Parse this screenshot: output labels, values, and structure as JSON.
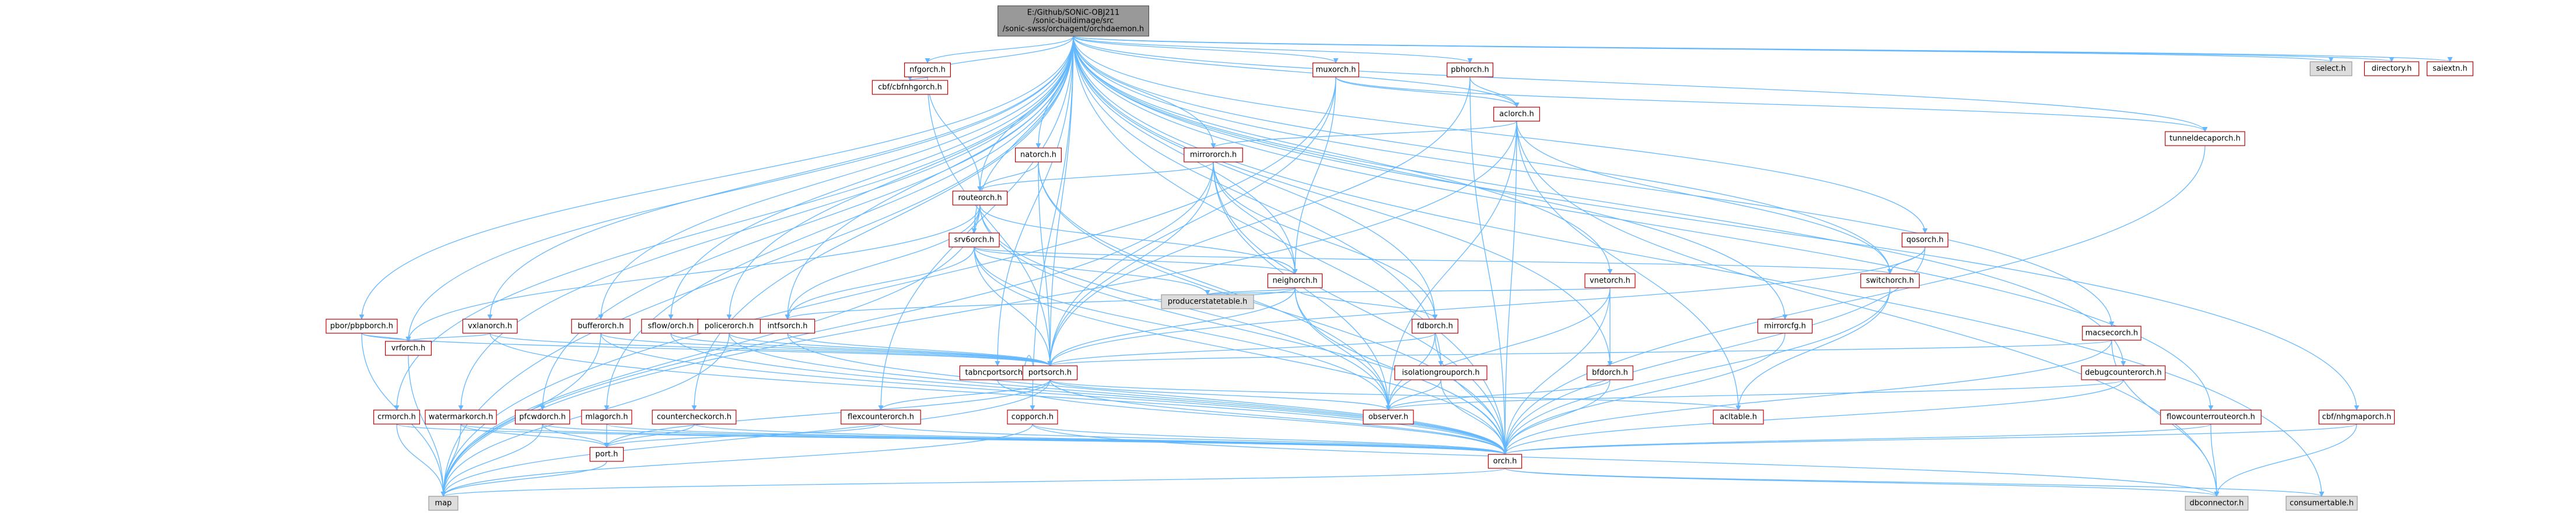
{
  "root": {
    "lines": [
      "E:/Github/SONiC-OBJ211",
      "/sonic-buildimage/src",
      "/sonic-swss/orchagent/orchdaemon.h"
    ]
  },
  "nodes": [
    {
      "id": "select",
      "label": "select.h",
      "style": "gray"
    },
    {
      "id": "directory",
      "label": "directory.h",
      "style": "red"
    },
    {
      "id": "saiextn",
      "label": "saiextn.h",
      "style": "red"
    },
    {
      "id": "nfgorch",
      "label": "nfgorch.h",
      "style": "red"
    },
    {
      "id": "cbf",
      "label": "cbf/cbfnhgorch.h",
      "style": "red"
    },
    {
      "id": "muxorch",
      "label": "muxorch.h",
      "style": "red"
    },
    {
      "id": "pbhorch",
      "label": "pbhorch.h",
      "style": "red"
    },
    {
      "id": "tunneldecap",
      "label": "tunneldecaporch.h",
      "style": "red"
    },
    {
      "id": "aclorch",
      "label": "aclorch.h",
      "style": "red"
    },
    {
      "id": "natorch",
      "label": "natorch.h",
      "style": "red"
    },
    {
      "id": "mirrororch",
      "label": "mirrororch.h",
      "style": "red"
    },
    {
      "id": "routeorch",
      "label": "routeorch.h",
      "style": "red"
    },
    {
      "id": "qosorch",
      "label": "qosorch.h",
      "style": "red"
    },
    {
      "id": "srv6orch",
      "label": "srv6orch.h",
      "style": "red"
    },
    {
      "id": "switchorch",
      "label": "switchorch.h",
      "style": "red"
    },
    {
      "id": "vnetorch",
      "label": "vnetorch.h",
      "style": "red"
    },
    {
      "id": "neighorch",
      "label": "neighorch.h",
      "style": "red"
    },
    {
      "id": "producer",
      "label": "producerstatetable.h",
      "style": "gray"
    },
    {
      "id": "fdborch",
      "label": "fdborch.h",
      "style": "red"
    },
    {
      "id": "macsecorch",
      "label": "macsecorch.h",
      "style": "red"
    },
    {
      "id": "pbor",
      "label": "pbor/pbpborch.h",
      "style": "red"
    },
    {
      "id": "vxlanorch",
      "label": "vxlanorch.h",
      "style": "red"
    },
    {
      "id": "bufferorch",
      "label": "bufferorch.h",
      "style": "red"
    },
    {
      "id": "sflow",
      "label": "sflow/orch.h",
      "style": "red"
    },
    {
      "id": "policerorch",
      "label": "policerorch.h",
      "style": "red"
    },
    {
      "id": "intfsorch",
      "label": "intfsorch.h",
      "style": "red"
    },
    {
      "id": "isolation",
      "label": "isolationgrouporch.h",
      "style": "red"
    },
    {
      "id": "bfdorch",
      "label": "bfdorch.h",
      "style": "red"
    },
    {
      "id": "mirrorcfg",
      "label": "mirrorcfg.h",
      "style": "red"
    },
    {
      "id": "debugcounter",
      "label": "debugcounterorch.h",
      "style": "red"
    },
    {
      "id": "vrforch",
      "label": "vrforch.h",
      "style": "red"
    },
    {
      "id": "tabncport",
      "label": "tabncportsorch.h",
      "style": "red"
    },
    {
      "id": "portsorch",
      "label": "portsorch.h",
      "style": "red"
    },
    {
      "id": "observer",
      "label": "observer.h",
      "style": "red"
    },
    {
      "id": "acltable",
      "label": "acltable.h",
      "style": "red"
    },
    {
      "id": "crmorch",
      "label": "crmorch.h",
      "style": "red"
    },
    {
      "id": "watermark",
      "label": "watermarkorch.h",
      "style": "red"
    },
    {
      "id": "pfcwd",
      "label": "pfcwdorch.h",
      "style": "red"
    },
    {
      "id": "mlagorch",
      "label": "mlagorch.h",
      "style": "red"
    },
    {
      "id": "countercheck",
      "label": "countercheckorch.h",
      "style": "red"
    },
    {
      "id": "flexcounter",
      "label": "flexcounterorch.h",
      "style": "red"
    },
    {
      "id": "copporch",
      "label": "copporch.h",
      "style": "red"
    },
    {
      "id": "flowcounter",
      "label": "flowcounterrouteorch.h",
      "style": "red"
    },
    {
      "id": "cbfnhg",
      "label": "cbf/nhgmaporch.h",
      "style": "red"
    },
    {
      "id": "portt",
      "label": "port.h",
      "style": "red"
    },
    {
      "id": "orch",
      "label": "orch.h",
      "style": "red"
    },
    {
      "id": "map",
      "label": "map",
      "style": "gray"
    },
    {
      "id": "dbconnector",
      "label": "dbconnector.h",
      "style": "gray"
    },
    {
      "id": "consumertable",
      "label": "consumertable.h",
      "style": "gray"
    }
  ],
  "edges": [
    [
      "root",
      "select"
    ],
    [
      "root",
      "directory"
    ],
    [
      "root",
      "saiextn"
    ],
    [
      "root",
      "nfgorch"
    ],
    [
      "root",
      "cbf"
    ],
    [
      "root",
      "muxorch"
    ],
    [
      "root",
      "pbhorch"
    ],
    [
      "root",
      "tunneldecap"
    ],
    [
      "root",
      "aclorch"
    ],
    [
      "root",
      "natorch"
    ],
    [
      "root",
      "mirrororch"
    ],
    [
      "root",
      "routeorch"
    ],
    [
      "root",
      "qosorch"
    ],
    [
      "root",
      "srv6orch"
    ],
    [
      "root",
      "switchorch"
    ],
    [
      "root",
      "vnetorch"
    ],
    [
      "root",
      "neighorch"
    ],
    [
      "root",
      "fdborch"
    ],
    [
      "root",
      "macsecorch"
    ],
    [
      "root",
      "pbor"
    ],
    [
      "root",
      "vxlanorch"
    ],
    [
      "root",
      "bufferorch"
    ],
    [
      "root",
      "sflow"
    ],
    [
      "root",
      "policerorch"
    ],
    [
      "root",
      "intfsorch"
    ],
    [
      "root",
      "isolation"
    ],
    [
      "root",
      "bfdorch"
    ],
    [
      "root",
      "mirrorcfg"
    ],
    [
      "root",
      "debugcounter"
    ],
    [
      "root",
      "vrforch"
    ],
    [
      "root",
      "tabncport"
    ],
    [
      "root",
      "portsorch"
    ],
    [
      "root",
      "crmorch"
    ],
    [
      "root",
      "watermark"
    ],
    [
      "root",
      "pfcwd"
    ],
    [
      "root",
      "mlagorch"
    ],
    [
      "root",
      "countercheck"
    ],
    [
      "root",
      "flexcounter"
    ],
    [
      "root",
      "copporch"
    ],
    [
      "root",
      "flowcounter"
    ],
    [
      "root",
      "cbfnhg"
    ],
    [
      "root",
      "map"
    ],
    [
      "root",
      "consumertable"
    ],
    [
      "root",
      "orch"
    ],
    [
      "nfgorch",
      "cbf"
    ],
    [
      "nfgorch",
      "routeorch"
    ],
    [
      "nfgorch",
      "portsorch"
    ],
    [
      "muxorch",
      "aclorch"
    ],
    [
      "muxorch",
      "tunneldecap"
    ],
    [
      "muxorch",
      "neighorch"
    ],
    [
      "muxorch",
      "portsorch"
    ],
    [
      "muxorch",
      "map"
    ],
    [
      "pbhorch",
      "aclorch"
    ],
    [
      "pbhorch",
      "portsorch"
    ],
    [
      "pbhorch",
      "orch"
    ],
    [
      "aclorch",
      "mirrororch"
    ],
    [
      "aclorch",
      "switchorch"
    ],
    [
      "aclorch",
      "acltable"
    ],
    [
      "aclorch",
      "observer"
    ],
    [
      "aclorch",
      "orch"
    ],
    [
      "aclorch",
      "map"
    ],
    [
      "aclorch",
      "dbconnector"
    ],
    [
      "natorch",
      "routeorch"
    ],
    [
      "natorch",
      "observer"
    ],
    [
      "natorch",
      "portsorch"
    ],
    [
      "natorch",
      "orch"
    ],
    [
      "mirrororch",
      "routeorch"
    ],
    [
      "mirrororch",
      "neighorch"
    ],
    [
      "mirrororch",
      "fdborch"
    ],
    [
      "mirrororch",
      "portsorch"
    ],
    [
      "mirrororch",
      "observer"
    ],
    [
      "mirrororch",
      "orch"
    ],
    [
      "mirrororch",
      "map"
    ],
    [
      "routeorch",
      "neighorch"
    ],
    [
      "routeorch",
      "srv6orch"
    ],
    [
      "routeorch",
      "intfsorch"
    ],
    [
      "routeorch",
      "observer"
    ],
    [
      "routeorch",
      "orch"
    ],
    [
      "routeorch",
      "vrforch"
    ],
    [
      "routeorch",
      "map"
    ],
    [
      "srv6orch",
      "neighorch"
    ],
    [
      "srv6orch",
      "intfsorch"
    ],
    [
      "srv6orch",
      "switchorch"
    ],
    [
      "srv6orch",
      "producer"
    ],
    [
      "srv6orch",
      "observer"
    ],
    [
      "srv6orch",
      "portsorch"
    ],
    [
      "srv6orch",
      "orch"
    ],
    [
      "qosorch",
      "switchorch"
    ],
    [
      "qosorch",
      "orch"
    ],
    [
      "qosorch",
      "portsorch"
    ],
    [
      "switchorch",
      "acltable"
    ],
    [
      "switchorch",
      "orch"
    ],
    [
      "neighorch",
      "producer"
    ],
    [
      "neighorch",
      "fdborch"
    ],
    [
      "neighorch",
      "intfsorch"
    ],
    [
      "neighorch",
      "observer"
    ],
    [
      "neighorch",
      "portsorch"
    ],
    [
      "neighorch",
      "orch"
    ],
    [
      "vnetorch",
      "producer"
    ],
    [
      "vnetorch",
      "bfdorch"
    ],
    [
      "vnetorch",
      "observer"
    ],
    [
      "vnetorch",
      "orch"
    ],
    [
      "fdborch",
      "observer"
    ],
    [
      "fdborch",
      "portsorch"
    ],
    [
      "fdborch",
      "orch"
    ],
    [
      "macsecorch",
      "portsorch"
    ],
    [
      "macsecorch",
      "orch"
    ],
    [
      "macsecorch",
      "dbconnector"
    ],
    [
      "pbor",
      "vrforch"
    ],
    [
      "pbor",
      "portsorch"
    ],
    [
      "pbor",
      "map"
    ],
    [
      "vxlanorch",
      "vrforch"
    ],
    [
      "vxlanorch",
      "portsorch"
    ],
    [
      "vxlanorch",
      "orch"
    ],
    [
      "bufferorch",
      "portsorch"
    ],
    [
      "bufferorch",
      "orch"
    ],
    [
      "bufferorch",
      "map"
    ],
    [
      "sflow",
      "portsorch"
    ],
    [
      "sflow",
      "orch"
    ],
    [
      "policerorch",
      "portsorch"
    ],
    [
      "policerorch",
      "orch"
    ],
    [
      "policerorch",
      "map"
    ],
    [
      "intfsorch",
      "portsorch"
    ],
    [
      "intfsorch",
      "orch"
    ],
    [
      "isolation",
      "observer"
    ],
    [
      "isolation",
      "orch"
    ],
    [
      "bfdorch",
      "observer"
    ],
    [
      "bfdorch",
      "orch"
    ],
    [
      "mirrorcfg",
      "orch"
    ],
    [
      "debugcounter",
      "orch"
    ],
    [
      "debugcounter",
      "observer"
    ],
    [
      "vrforch",
      "map"
    ],
    [
      "tabncport",
      "portsorch"
    ],
    [
      "tabncport",
      "orch"
    ],
    [
      "portsorch",
      "observer"
    ],
    [
      "portsorch",
      "acltable"
    ],
    [
      "portsorch",
      "orch"
    ],
    [
      "portsorch",
      "portt"
    ],
    [
      "portsorch",
      "flexcounter"
    ],
    [
      "portsorch",
      "map"
    ],
    [
      "crmorch",
      "orch"
    ],
    [
      "crmorch",
      "map"
    ],
    [
      "watermark",
      "portt"
    ],
    [
      "watermark",
      "orch"
    ],
    [
      "watermark",
      "map"
    ],
    [
      "pfcwd",
      "portt"
    ],
    [
      "pfcwd",
      "orch"
    ],
    [
      "pfcwd",
      "map"
    ],
    [
      "mlagorch",
      "portt"
    ],
    [
      "mlagorch",
      "orch"
    ],
    [
      "countercheck",
      "orch"
    ],
    [
      "countercheck",
      "portt"
    ],
    [
      "flexcounter",
      "orch"
    ],
    [
      "flexcounter",
      "portt"
    ],
    [
      "copporch",
      "orch"
    ],
    [
      "copporch",
      "map"
    ],
    [
      "copporch",
      "dbconnector"
    ],
    [
      "flowcounter",
      "orch"
    ],
    [
      "flowcounter",
      "dbconnector"
    ],
    [
      "cbfnhg",
      "dbconnector"
    ],
    [
      "cbfnhg",
      "orch"
    ],
    [
      "portt",
      "map"
    ],
    [
      "orch",
      "map"
    ],
    [
      "orch",
      "dbconnector"
    ],
    [
      "orch",
      "consumertable"
    ],
    [
      "tunneldecap",
      "orch"
    ]
  ]
}
